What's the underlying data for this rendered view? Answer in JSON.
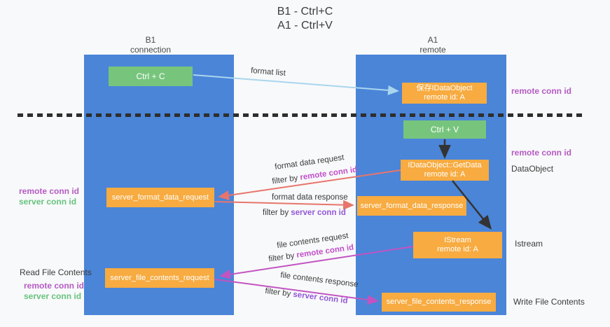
{
  "title": {
    "line1": "B1 - Ctrl+C",
    "line2": "A1 - Ctrl+V"
  },
  "columns": {
    "left": {
      "name": "B1",
      "role": "connection"
    },
    "right": {
      "name": "A1",
      "role": "remote"
    }
  },
  "boxes": {
    "ctrl_c": "Ctrl + C",
    "ctrl_v": "Ctrl + V",
    "save_idataobject": {
      "line1": "保存IDataObject",
      "line2": "remote id: A"
    },
    "getdata": {
      "line1": "IDataObject::GetData",
      "line2": "remote id: A"
    },
    "istream": {
      "line1": "IStream",
      "line2": "remote id: A"
    },
    "server_format_data_request": "server_format_data_request",
    "server_format_data_response": "server_format_data_response",
    "server_file_contents_request": "server_file_contents_request",
    "server_file_contents_response": "server_file_contents_response"
  },
  "arrows": {
    "format_list": "format list",
    "format_data_request": "format data request",
    "format_data_response": "format data response",
    "file_contents_request": "file contents request",
    "file_contents_response": "file contents response"
  },
  "filters": {
    "by": "filter by ",
    "remote_conn_id": "remote conn id",
    "server_conn_id": "server conn id"
  },
  "side_labels": {
    "right_remote_conn_id_top": "remote conn id",
    "right_remote_conn_id_mid": "remote conn id",
    "right_dataobject": "DataObject",
    "right_istream": "Istream",
    "right_write_file_contents": "Write File Contents",
    "left_remote_conn_id_1": "remote conn id",
    "left_server_conn_id_1": "server conn id",
    "left_read_file_contents": "Read File Contents",
    "left_remote_conn_id_2": "remote conn id",
    "left_server_conn_id_2": "server conn id"
  },
  "colors": {
    "column_blue": "#4a85d8",
    "box_green": "#77c57d",
    "box_orange": "#f7ab40",
    "arrow_light_blue": "#a9d5ee",
    "arrow_red": "#e8756c",
    "arrow_magenta": "#c254c2",
    "arrow_black": "#333333",
    "label_purple": "#b55bc3",
    "label_green": "#67c27e",
    "filter_remote_purple": "#c14fc9",
    "filter_server_purple": "#9257d8"
  }
}
